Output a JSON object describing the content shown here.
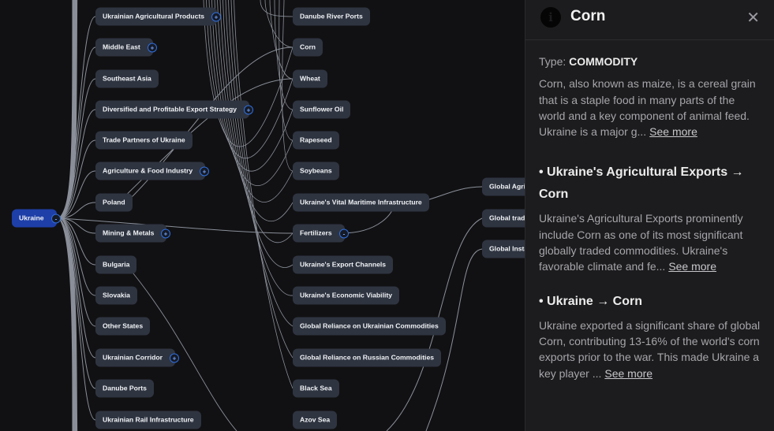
{
  "graph": {
    "root": {
      "label": "Ukraine",
      "toggle": "-"
    },
    "left_nodes": [
      {
        "label": "Ukrainian Agricultural Products",
        "toggle": "+"
      },
      {
        "label": "Middle East",
        "toggle": "+"
      },
      {
        "label": "Southeast Asia"
      },
      {
        "label": "Diversified and Profitable Export Strategy",
        "toggle": "+"
      },
      {
        "label": "Trade Partners of Ukraine"
      },
      {
        "label": "Agriculture & Food Industry",
        "toggle": "+"
      },
      {
        "label": "Poland"
      },
      {
        "label": "Mining & Metals",
        "toggle": "+"
      },
      {
        "label": "Bulgaria"
      },
      {
        "label": "Slovakia"
      },
      {
        "label": "Other States"
      },
      {
        "label": "Ukrainian Corridor",
        "toggle": "+"
      },
      {
        "label": "Danube Ports"
      },
      {
        "label": "Ukrainian Rail Infrastructure"
      }
    ],
    "middle_nodes": [
      {
        "label": "Danube River Ports"
      },
      {
        "label": "Corn"
      },
      {
        "label": "Wheat"
      },
      {
        "label": "Sunflower Oil"
      },
      {
        "label": "Rapeseed"
      },
      {
        "label": "Soybeans"
      },
      {
        "label": "Ukraine's Vital Maritime Infrastructure"
      },
      {
        "label": "Fertilizers",
        "toggle": "-"
      },
      {
        "label": "Ukraine's Export Channels"
      },
      {
        "label": "Ukraine's Economic Viability"
      },
      {
        "label": "Global Reliance on Ukrainian Commodities"
      },
      {
        "label": "Global Reliance on Russian Commodities"
      },
      {
        "label": "Black Sea"
      },
      {
        "label": "Azov Sea"
      }
    ],
    "right_nodes": [
      {
        "label": "Global Agric"
      },
      {
        "label": "Global trade"
      },
      {
        "label": "Global Insta"
      }
    ],
    "colors": {
      "background": "#111113",
      "node": "#2e3440",
      "root": "#1e3fa8",
      "toggle": "#2f6fe0",
      "edge": "#8a8f99"
    }
  },
  "panel": {
    "icon": "info-icon",
    "title": "Corn",
    "close_icon": "close-icon",
    "type_label": "Type:",
    "type_value": "COMMODITY",
    "description": "Corn, also known as maize, is a cereal grain that is a staple food in many parts of the world and a key component of animal feed. Ukraine is a major g...",
    "see_more": "See more",
    "relations": [
      {
        "title": "• Ukraine's Agricultural Exports → Corn",
        "text": "Ukraine's Agricultural Exports prominently include Corn as one of its most significant globally traded commodities. Ukraine's favorable climate and fe...",
        "see_more": "See more"
      },
      {
        "title": "• Ukraine → Corn",
        "text": "Ukraine exported a significant share of global Corn, contributing 13-16% of the world's corn exports prior to the war. This made Ukraine a key player ...",
        "see_more": "See more"
      }
    ]
  }
}
